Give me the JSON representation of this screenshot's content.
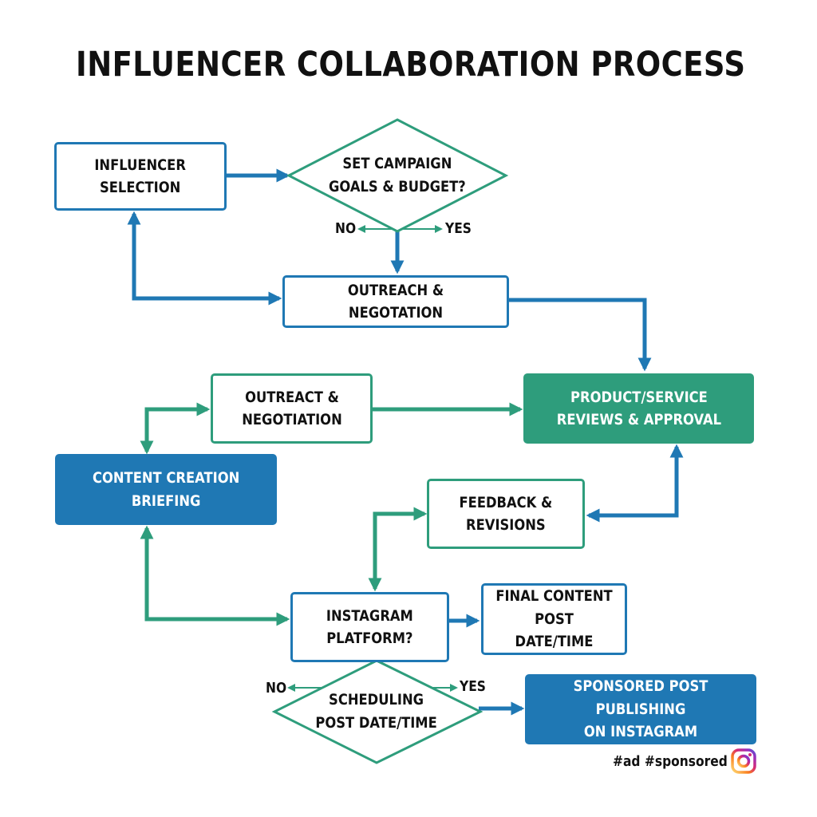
{
  "title": "INFLUENCER COLLABORATION PROCESS",
  "nodes": {
    "influencer_selection": "INFLUENCER\nSELECTION",
    "set_campaign_goals": "SET CAMPAIGN\nGOALS & BUDGET?",
    "outreach_negotiation_1": "OUTREACH & NEGOTATION",
    "product_service_reviews": "PRODUCT/SERVICE\nREVIEWS & APPROVAL",
    "outreach_negotiation_2": "OUTREACT &\nNEGOTIATION",
    "content_creation_briefing": "CONTENT CREATION\nBRIEFING",
    "feedback_revisions": "FEEDBACK &\nREVISIONS",
    "instagram_platform": "INSTAGRAM\nPLATFORM?",
    "final_content": "FINAL CONTENT\nPOST DATE/TIME",
    "scheduling": "SCHEDULING\nPOST DATE/TIME",
    "sponsored_post": "SPONSORED POST PUBLISHING\nON INSTAGRAM"
  },
  "branch_labels": {
    "goals_no": "NO",
    "goals_yes": "YES",
    "schedule_no": "NO",
    "schedule_yes": "YES"
  },
  "footer": {
    "hashtags": "#ad #sponsored"
  },
  "icons": [
    "instagram-icon"
  ],
  "colors": {
    "blue": "#1f78b4",
    "green": "#2e9d7c",
    "text": "#111111"
  }
}
